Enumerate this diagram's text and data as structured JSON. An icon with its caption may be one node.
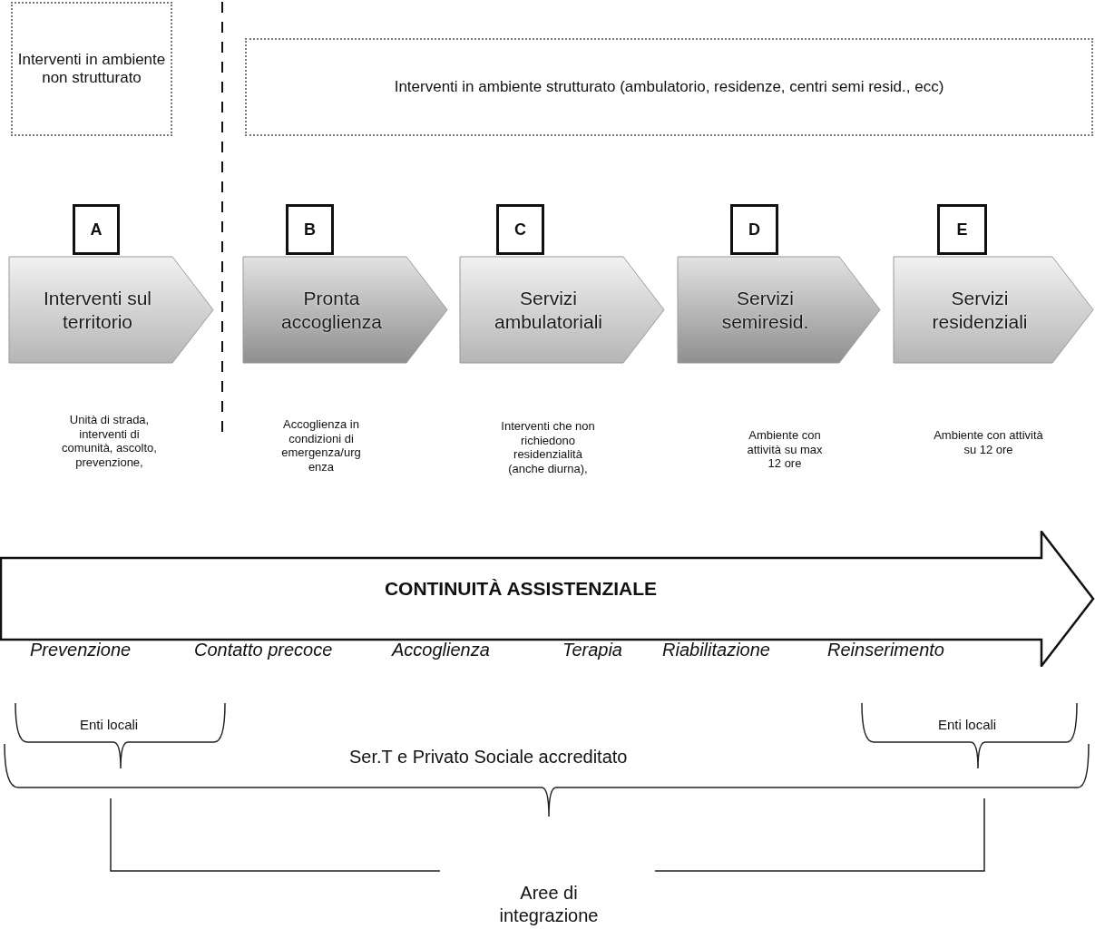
{
  "diagram": {
    "nodes": [
      {
        "text": [
          "Interventi in ambiente non strutturato"
        ]
      },
      {
        "text": [
          "Interventi in ambiente strutturato (ambulatorio, residenze, centri semi resid., ecc)"
        ]
      },
      {
        "text": [
          "A"
        ]
      },
      {
        "text": [
          "B"
        ]
      },
      {
        "text": [
          "C"
        ]
      },
      {
        "text": [
          "D"
        ]
      },
      {
        "text": [
          "E"
        ]
      },
      {
        "text": [
          "Interventi sul territorio"
        ]
      },
      {
        "text": [
          "Pronta accoglienza"
        ]
      },
      {
        "text": [
          "Servizi ambulatoriali"
        ]
      },
      {
        "text": [
          "Servizi semiresid."
        ]
      },
      {
        "text": [
          "Servizi residenziali"
        ]
      },
      {
        "text": [
          "CONTINUITÀ ASSISTENZIALE"
        ]
      }
    ],
    "edges": [],
    "labels": [
      "Unità di strada, interventi di comunità, ascolto, prevenzione,",
      "Accoglienza in condizioni di emergenza/urg enza",
      "Interventi che non richiedono residenzialità (anche diurna),",
      "Ambiente con attività su max 12 ore",
      "Ambiente con attività su 12 ore",
      "Prevenzione",
      "Contatto precoce",
      "Accoglienza",
      "Terapia",
      "Riabilitazione",
      "Reinserimento",
      "Enti locali",
      "Enti locali",
      "Ser.T e Privato Sociale accreditato",
      "Aree di integrazione"
    ]
  }
}
